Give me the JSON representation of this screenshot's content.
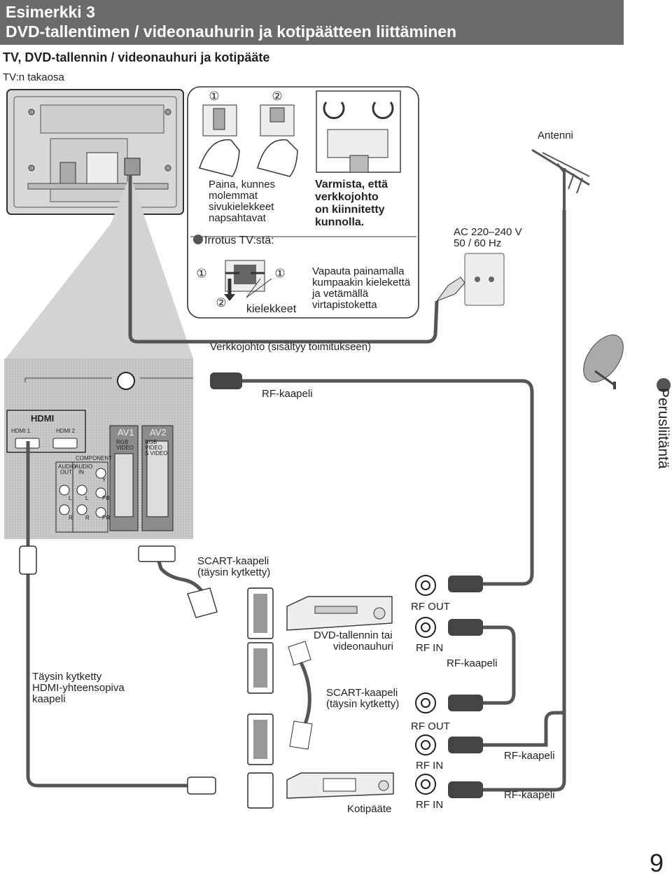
{
  "header": {
    "line1": "Esimerkki 3",
    "line2": "DVD-tallentimen / videonauhurin ja kotipäätteen liittäminen"
  },
  "subtitle": "TV, DVD-tallennin / videonauhuri ja kotipääte",
  "tv_back": "TV:n takaosa",
  "detach": {
    "num1": "①",
    "num2": "②",
    "press_text": [
      "Paina, kunnes",
      "molemmat",
      "sivukielekkeet",
      "napsahtavat"
    ],
    "ensure_text": [
      "Varmista, että",
      "verkkojohto",
      "on kiinnitetty",
      "kunnolla."
    ],
    "remove_label": "Irrotus TV:stä:",
    "release_text": [
      "Vapauta painamalla",
      "kumpaakin kielekettä",
      "ja vetämällä",
      "virtapistoketta"
    ],
    "tabs_label": "kielekkeet"
  },
  "antenna_label": "Antenni",
  "power": [
    "AC 220–240 V",
    "50 / 60 Hz"
  ],
  "mains_lead": "Verkkojohto (sisältyy toimitukseen)",
  "rf_cable": "RF-kaapeli",
  "side_tab": "Perusliitäntä",
  "panel": {
    "hdmi_logo": "HDMI",
    "hdmi1": "HDMI 1",
    "hdmi2": "HDMI 2",
    "component": "COMPONENT",
    "audio_out": [
      "AUDIO",
      "OUT"
    ],
    "audio_in": [
      "AUDIO",
      "IN"
    ],
    "av1": "AV1",
    "av2": "AV2",
    "av1_sub": [
      "RGB",
      "VIDEO"
    ],
    "av2_sub": [
      "RGB",
      "VIDEO",
      "S VIDEO"
    ],
    "l": "L",
    "r": "R",
    "y": "Y",
    "pb": "PB",
    "pr": "PR"
  },
  "scart1": [
    "SCART-kaapeli",
    "(täysin kytketty)"
  ],
  "dvd_label": [
    "DVD-tallennin tai",
    "videonauhuri"
  ],
  "rf_out": "RF OUT",
  "rf_in": "RF IN",
  "hdmi_cable": [
    "Täysin kytketty",
    "HDMI-yhteensopiva",
    "kaapeli"
  ],
  "scart2": [
    "SCART-kaapeli",
    "(täysin kytketty)"
  ],
  "stb_label": "Kotipääte",
  "page_number": "9"
}
